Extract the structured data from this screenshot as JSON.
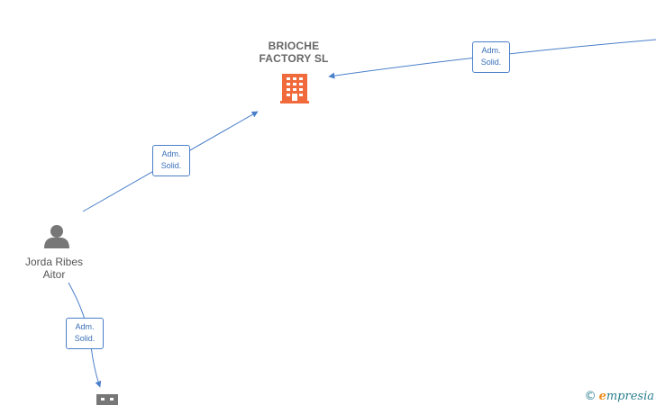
{
  "nodes": {
    "company_main": {
      "label": "BRIOCHE\nFACTORY  SL",
      "type": "company",
      "icon": "building-icon",
      "color": "#f06a3c"
    },
    "person": {
      "label": "Jorda Ribes\nAitor",
      "type": "person",
      "icon": "person-icon",
      "color": "#777777"
    },
    "company_bottom": {
      "label": "",
      "type": "company",
      "icon": "building-icon",
      "color": "#777777"
    }
  },
  "edges": [
    {
      "from": "person",
      "to": "company_main",
      "label": "Adm.\nSolid."
    },
    {
      "from": "offscreen",
      "to": "company_main",
      "label": "Adm.\nSolid."
    },
    {
      "from": "person",
      "to": "company_bottom",
      "label": "Adm.\nSolid."
    }
  ],
  "watermark": {
    "copyright_symbol": "©",
    "brand_initial": "e",
    "brand_rest": "mpresia"
  },
  "colors": {
    "edge": "#4a7fc9",
    "company_main": "#f06a3c",
    "neutral": "#777777"
  }
}
